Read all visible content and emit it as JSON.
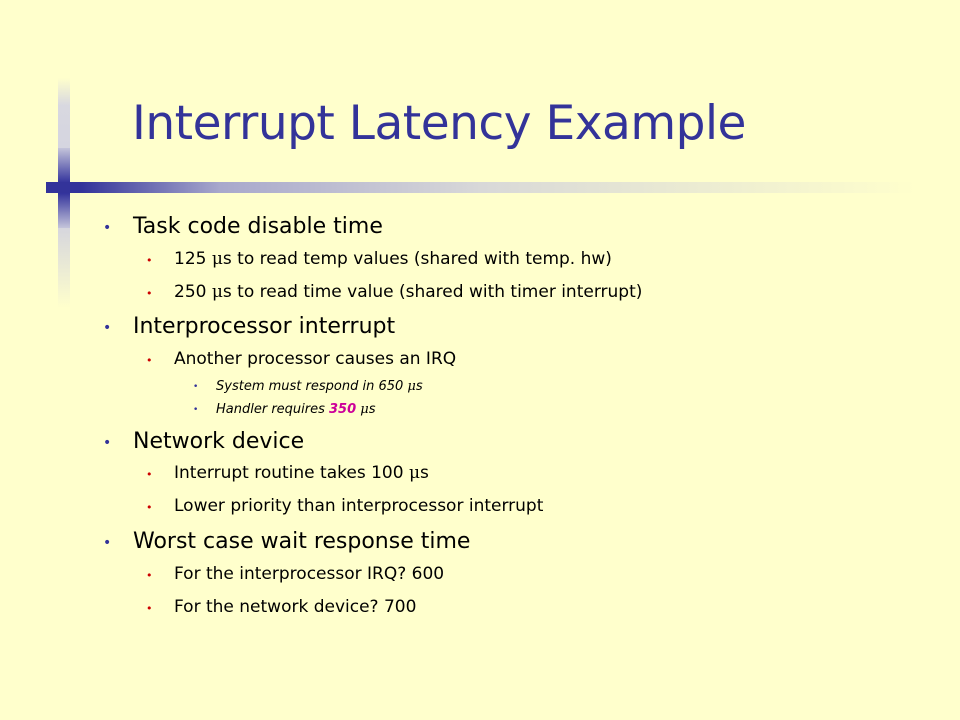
{
  "slide": {
    "title": "Interrupt Latency Example",
    "bullets": {
      "b1": "Task code disable time",
      "b1_1_pre": "125 ",
      "b1_1_mu": "μ",
      "b1_1_post": "s to read temp values (shared with temp. hw)",
      "b1_2_pre": "250 ",
      "b1_2_mu": "μ",
      "b1_2_post": "s to read time value (shared with timer interrupt)",
      "b2": "Interprocessor interrupt",
      "b2_1": "Another processor causes an IRQ",
      "b2_1_1_pre": "System must respond in 650 ",
      "b2_1_1_mu": "μ",
      "b2_1_1_post": "s",
      "b2_1_2_pre": "Handler requires ",
      "b2_1_2_hl": "350",
      "b2_1_2_mu": " μ",
      "b2_1_2_post": "s",
      "b3": "Network device",
      "b3_1_pre": "Interrupt routine takes 100 ",
      "b3_1_mu": "μ",
      "b3_1_post": "s",
      "b3_2": "Lower priority than interprocessor interrupt",
      "b4": "Worst case wait response time",
      "b4_1": "For the interprocessor IRQ? 600",
      "b4_2": "For the network device? 700"
    },
    "colors": {
      "background": "#FFFFCC",
      "title": "#333399",
      "bullet_l1": "#333399",
      "bullet_l2": "#CC0000",
      "highlight": "#CC0099"
    }
  }
}
